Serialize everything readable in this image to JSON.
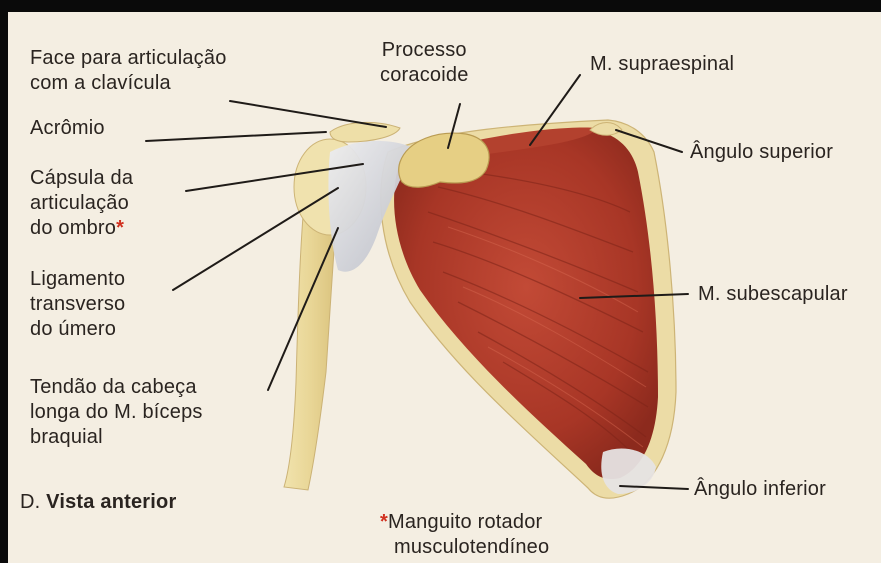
{
  "colors": {
    "background": "#f4eee2",
    "muscle": "#b8402f",
    "bone": "#ead9a2",
    "capsule": "#d8d9de",
    "asterisk": "#d0301f",
    "text": "#2a2420"
  },
  "labels": {
    "face_articulacao": [
      "Face para articulação",
      "com a clavícula"
    ],
    "acromio": "Acrômio",
    "capsula": [
      "Cápsula da",
      "articulação",
      "do ombro"
    ],
    "asterisk": "*",
    "ligamento": [
      "Ligamento",
      "transverso",
      "do úmero"
    ],
    "tendao": [
      "Tendão da cabeça",
      "longa do M. bíceps",
      "braquial"
    ],
    "vista_prefix": "D.",
    "vista": "Vista anterior",
    "processo": [
      "Processo",
      "coracoide"
    ],
    "supraespinal": "M. supraespinal",
    "angulo_superior": "Ângulo superior",
    "subescapular": "M. subescapular",
    "angulo_inferior": "Ângulo inferior",
    "manguito": [
      "Manguito rotador",
      "musculotendíneo"
    ]
  }
}
